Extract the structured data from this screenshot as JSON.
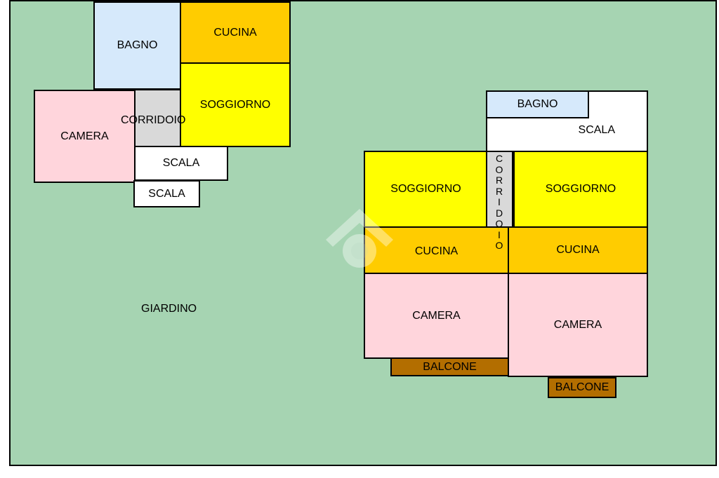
{
  "garden": {
    "label": "GIARDINO"
  },
  "unit_left": {
    "bagno": "BAGNO",
    "cucina": "CUCINA",
    "soggiorno": "SOGGIORNO",
    "camera": "CAMERA",
    "corridoio": "CORRIDOIO",
    "scala_1": "SCALA",
    "scala_2": "SCALA"
  },
  "unit_right": {
    "bagno": "BAGNO",
    "scala": "SCALA",
    "soggiorno_left": "SOGGIORNO",
    "corridoio_letters": [
      "C",
      "O",
      "R",
      "R",
      "I",
      "D",
      "O",
      "I",
      "O"
    ],
    "soggiorno_right": "SOGGIORNO",
    "cucina_left": "CUCINA",
    "cucina_right": "CUCINA",
    "camera_left": "CAMERA",
    "camera_right": "CAMERA",
    "balcone_left": "BALCONE",
    "balcone_right": "BALCONE"
  },
  "colors": {
    "garden": "#a6d4b2",
    "bagno": "#d6e9fb",
    "cucina": "#ffcc00",
    "soggiorno": "#ffff00",
    "camera": "#ffd5dc",
    "corridoio": "#d9d9d9",
    "scala": "#ffffff",
    "balcone": "#b36e00"
  },
  "watermark_icon": "house-logo-icon"
}
